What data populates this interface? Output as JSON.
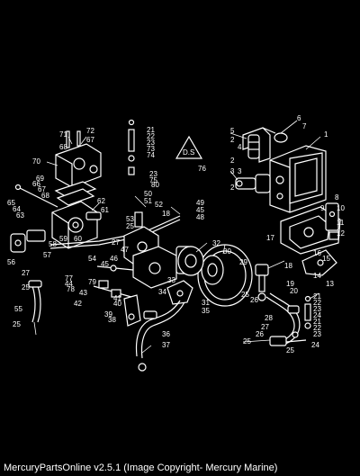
{
  "footer": {
    "caption": "MercuryPartsOnline v2.5.1 (Image Copyright- Mercury Marine)"
  },
  "diagram": {
    "badge_text": "D.S",
    "callouts": [
      {
        "id": "c1",
        "text": "1"
      },
      {
        "id": "c2a",
        "text": "2"
      },
      {
        "id": "c2b",
        "text": "2"
      },
      {
        "id": "c2c",
        "text": "2"
      },
      {
        "id": "c3",
        "text": "3"
      },
      {
        "id": "c3b",
        "text": "3"
      },
      {
        "id": "c4",
        "text": "4"
      },
      {
        "id": "c5",
        "text": "5"
      },
      {
        "id": "c6",
        "text": "6"
      },
      {
        "id": "c7",
        "text": "7"
      },
      {
        "id": "c8",
        "text": "8"
      },
      {
        "id": "c9",
        "text": "9"
      },
      {
        "id": "c10",
        "text": "10"
      },
      {
        "id": "c11",
        "text": "11"
      },
      {
        "id": "c12",
        "text": "12"
      },
      {
        "id": "c13",
        "text": "13"
      },
      {
        "id": "c14",
        "text": "14"
      },
      {
        "id": "c15",
        "text": "15"
      },
      {
        "id": "c16",
        "text": "16"
      },
      {
        "id": "c17",
        "text": "17"
      },
      {
        "id": "c18a",
        "text": "18"
      },
      {
        "id": "c18b",
        "text": "18"
      },
      {
        "id": "c19",
        "text": "19"
      },
      {
        "id": "c20",
        "text": "20"
      },
      {
        "id": "c21a",
        "text": "21"
      },
      {
        "id": "c21b",
        "text": "21"
      },
      {
        "id": "c21c",
        "text": "21"
      },
      {
        "id": "c22a",
        "text": "22"
      },
      {
        "id": "c22b",
        "text": "22"
      },
      {
        "id": "c22c",
        "text": "22"
      },
      {
        "id": "c23a",
        "text": "23"
      },
      {
        "id": "c23b",
        "text": "23"
      },
      {
        "id": "c23c",
        "text": "23"
      },
      {
        "id": "c23d",
        "text": "23"
      },
      {
        "id": "c24a",
        "text": "24"
      },
      {
        "id": "c24b",
        "text": "24"
      },
      {
        "id": "c25a",
        "text": "25"
      },
      {
        "id": "c25b",
        "text": "25"
      },
      {
        "id": "c25c",
        "text": "25"
      },
      {
        "id": "c25d",
        "text": "25"
      },
      {
        "id": "c25e",
        "text": "25"
      },
      {
        "id": "c25f",
        "text": "25"
      },
      {
        "id": "c26a",
        "text": "26"
      },
      {
        "id": "c26b",
        "text": "26"
      },
      {
        "id": "c27a",
        "text": "27"
      },
      {
        "id": "c27b",
        "text": "27"
      },
      {
        "id": "c27c",
        "text": "27"
      },
      {
        "id": "c28",
        "text": "28"
      },
      {
        "id": "c29",
        "text": "29"
      },
      {
        "id": "c30",
        "text": "30"
      },
      {
        "id": "c31",
        "text": "31"
      },
      {
        "id": "c32",
        "text": "32"
      },
      {
        "id": "c33",
        "text": "33"
      },
      {
        "id": "c34",
        "text": "34"
      },
      {
        "id": "c35",
        "text": "35"
      },
      {
        "id": "c36",
        "text": "36"
      },
      {
        "id": "c37",
        "text": "37"
      },
      {
        "id": "c38",
        "text": "38"
      },
      {
        "id": "c39",
        "text": "39"
      },
      {
        "id": "c40",
        "text": "40"
      },
      {
        "id": "c41",
        "text": "41"
      },
      {
        "id": "c42",
        "text": "42"
      },
      {
        "id": "c43",
        "text": "43"
      },
      {
        "id": "c44",
        "text": "44"
      },
      {
        "id": "c45a",
        "text": "45"
      },
      {
        "id": "c45b",
        "text": "45"
      },
      {
        "id": "c46",
        "text": "46"
      },
      {
        "id": "c47",
        "text": "47"
      },
      {
        "id": "c48",
        "text": "48"
      },
      {
        "id": "c49",
        "text": "49"
      },
      {
        "id": "c50",
        "text": "50"
      },
      {
        "id": "c51",
        "text": "51"
      },
      {
        "id": "c52",
        "text": "52"
      },
      {
        "id": "c53",
        "text": "53"
      },
      {
        "id": "c54",
        "text": "54"
      },
      {
        "id": "c55",
        "text": "55"
      },
      {
        "id": "c56",
        "text": "56"
      },
      {
        "id": "c57",
        "text": "57"
      },
      {
        "id": "c58",
        "text": "58"
      },
      {
        "id": "c59",
        "text": "59"
      },
      {
        "id": "c60",
        "text": "60"
      },
      {
        "id": "c61",
        "text": "61"
      },
      {
        "id": "c62",
        "text": "62"
      },
      {
        "id": "c63",
        "text": "63"
      },
      {
        "id": "c64",
        "text": "64"
      },
      {
        "id": "c65",
        "text": "65"
      },
      {
        "id": "c66",
        "text": "66"
      },
      {
        "id": "c67a",
        "text": "67"
      },
      {
        "id": "c67b",
        "text": "67"
      },
      {
        "id": "c68a",
        "text": "68"
      },
      {
        "id": "c68b",
        "text": "68"
      },
      {
        "id": "c69",
        "text": "69"
      },
      {
        "id": "c70",
        "text": "70"
      },
      {
        "id": "c71",
        "text": "71"
      },
      {
        "id": "c72",
        "text": "72"
      },
      {
        "id": "c73",
        "text": "73"
      },
      {
        "id": "c74",
        "text": "74"
      },
      {
        "id": "c75",
        "text": "75"
      },
      {
        "id": "c76",
        "text": "76"
      },
      {
        "id": "c77",
        "text": "77"
      },
      {
        "id": "c78",
        "text": "78"
      },
      {
        "id": "c79",
        "text": "79"
      },
      {
        "id": "c80",
        "text": "80"
      }
    ]
  }
}
